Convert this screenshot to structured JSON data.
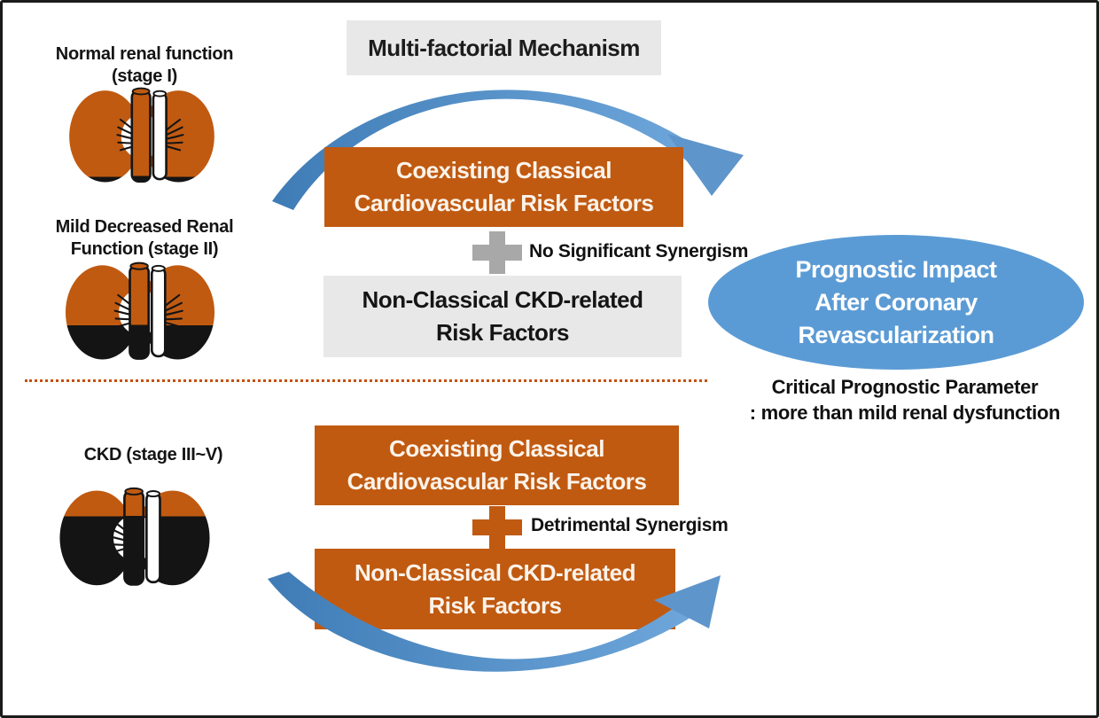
{
  "colors": {
    "orange": "#C05A11",
    "kidney_black": "#141414",
    "blue_ellipse": "#5B9BD5",
    "arrow_blue_dark": "#3F7CB6",
    "arrow_blue_mid": "#5E95CB",
    "arrow_blue_light": "#6FA7DB",
    "gray_box": "#E8E8E8",
    "gray_plus": "#A8A8A8",
    "divider_orange": "#C4500A"
  },
  "icons": {
    "kidneys": "kidneys-icon (paired renal silhouettes with vessels, svg)",
    "plus": "plus-icon (css cross)",
    "curved_arrow": "curved-arrow-icon (svg crescent with triangular head)",
    "divider": "dotted-divider-line"
  },
  "header": {
    "label": "Multi-factorial Mechanism"
  },
  "left_panel": {
    "stages": [
      {
        "label_line1": "Normal renal function",
        "label_line2": "(stage I)",
        "orange_fraction": 0.94
      },
      {
        "label_line1": "Mild Decreased Renal",
        "label_line2": "Function (stage II)",
        "orange_fraction": 0.64
      },
      {
        "label_line1": "CKD (stage III~V)",
        "label_line2": "",
        "orange_fraction": 0.27
      }
    ]
  },
  "upper_pathway": {
    "classical_box": {
      "line1": "Coexisting Classical",
      "line2": "Cardiovascular Risk Factors"
    },
    "synergism_label": "No Significant Synergism",
    "nonclassical_box": {
      "line1": "Non-Classical CKD-related",
      "line2": "Risk Factors"
    }
  },
  "lower_pathway": {
    "classical_box": {
      "line1": "Coexisting Classical",
      "line2": "Cardiovascular Risk Factors"
    },
    "synergism_label": "Detrimental Synergism",
    "nonclassical_box": {
      "line1": "Non-Classical CKD-related",
      "line2": "Risk Factors"
    }
  },
  "outcome": {
    "ellipse": {
      "line1": "Prognostic Impact",
      "line2": "After Coronary",
      "line3": "Revascularization"
    },
    "note": {
      "line1": "Critical Prognostic Parameter",
      "line2": ": more than mild renal dysfunction"
    }
  }
}
